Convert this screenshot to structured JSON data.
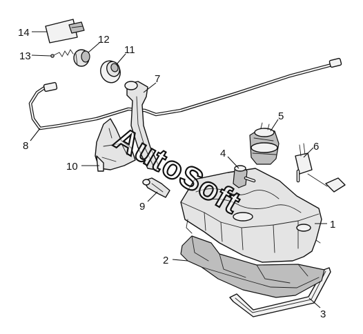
{
  "watermark": "AutoSoft",
  "callouts": [
    {
      "id": "1",
      "label": "1"
    },
    {
      "id": "2",
      "label": "2"
    },
    {
      "id": "3",
      "label": "3"
    },
    {
      "id": "4",
      "label": "4"
    },
    {
      "id": "5",
      "label": "5"
    },
    {
      "id": "6",
      "label": "6"
    },
    {
      "id": "7",
      "label": "7"
    },
    {
      "id": "8",
      "label": "8"
    },
    {
      "id": "9",
      "label": "9"
    },
    {
      "id": "10",
      "label": "10"
    },
    {
      "id": "11",
      "label": "11"
    },
    {
      "id": "12",
      "label": "12"
    },
    {
      "id": "13",
      "label": "13"
    },
    {
      "id": "14",
      "label": "14"
    }
  ],
  "colors": {
    "line": "#111111",
    "fill": "#e4e4e4",
    "background": "#ffffff"
  }
}
